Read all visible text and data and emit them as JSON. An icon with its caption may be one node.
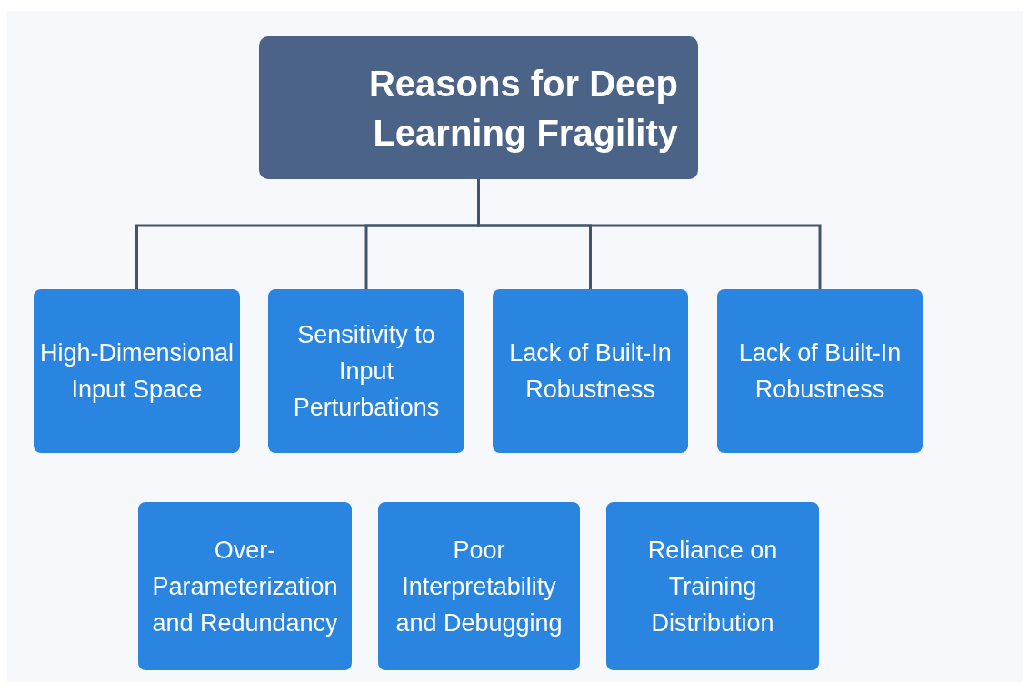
{
  "diagram": {
    "nodes": [
      {
        "text": [
          "Reasons for Deep Learning Fragility"
        ]
      },
      {
        "text": [
          "High-Dimensional Input Space"
        ]
      },
      {
        "text": [
          "Sensitivity to Input Perturbations"
        ]
      },
      {
        "text": [
          "Lack of Built-In Robustness"
        ]
      },
      {
        "text": [
          "Lack of Built-In Robustness"
        ]
      },
      {
        "text": [
          "Over-Parameterization and Redundancy"
        ]
      },
      {
        "text": [
          "Poor Interpretability and Debugging"
        ]
      },
      {
        "text": [
          "Reliance on Training Distribution"
        ]
      }
    ],
    "edges": [
      {
        "from": 0,
        "to": 1,
        "arrow": "none"
      },
      {
        "from": 0,
        "to": 2,
        "arrow": "none"
      },
      {
        "from": 0,
        "to": 3,
        "arrow": "none"
      },
      {
        "from": 0,
        "to": 4,
        "arrow": "none"
      }
    ]
  }
}
